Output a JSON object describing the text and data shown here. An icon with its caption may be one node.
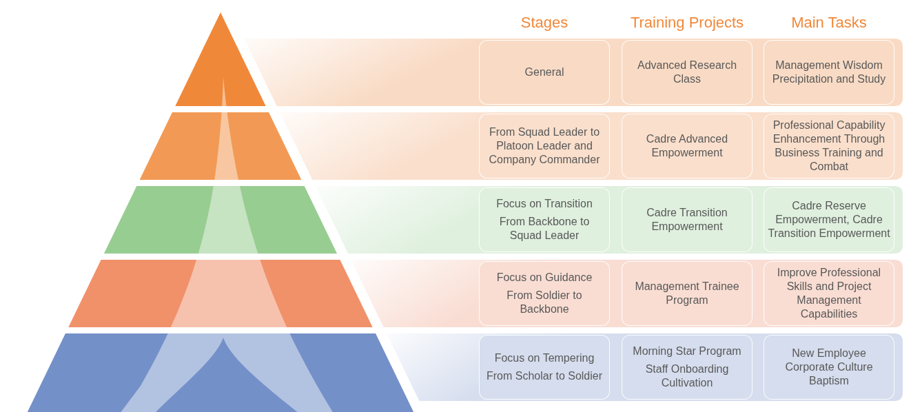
{
  "diagram": {
    "nodes": [
      {
        "text": [
          "General"
        ]
      },
      {
        "text": [
          "Advanced Research Class"
        ]
      },
      {
        "text": [
          "Management Wisdom Precipitation and Study"
        ]
      },
      {
        "text": [
          "From Squad Leader to Platoon Leader and Company Commander"
        ]
      },
      {
        "text": [
          "Cadre Advanced Empowerment"
        ]
      },
      {
        "text": [
          "Professional Capability Enhancement Through Business Training and Combat"
        ]
      },
      {
        "text": [
          "Focus on Transition",
          "From Backbone to Squad Leader"
        ]
      },
      {
        "text": [
          "Cadre Transition Empowerment"
        ]
      },
      {
        "text": [
          "Cadre Reserve Empowerment, Cadre Transition Empowerment"
        ]
      },
      {
        "text": [
          "Focus on Guidance",
          "From Soldier to Backbone"
        ]
      },
      {
        "text": [
          "Management Trainee Program"
        ]
      },
      {
        "text": [
          "Improve Professional Skills and Project Management Capabilities"
        ]
      },
      {
        "text": [
          "Focus on Tempering",
          "From Scholar to Soldier"
        ]
      },
      {
        "text": [
          "Morning Star Program",
          "Staff Onboarding Cultivation"
        ]
      },
      {
        "text": [
          "New Employee Corporate Culture Baptism"
        ]
      }
    ],
    "edges": [],
    "labels": [
      "Stages",
      "Training Projects",
      "Main Tasks"
    ]
  }
}
